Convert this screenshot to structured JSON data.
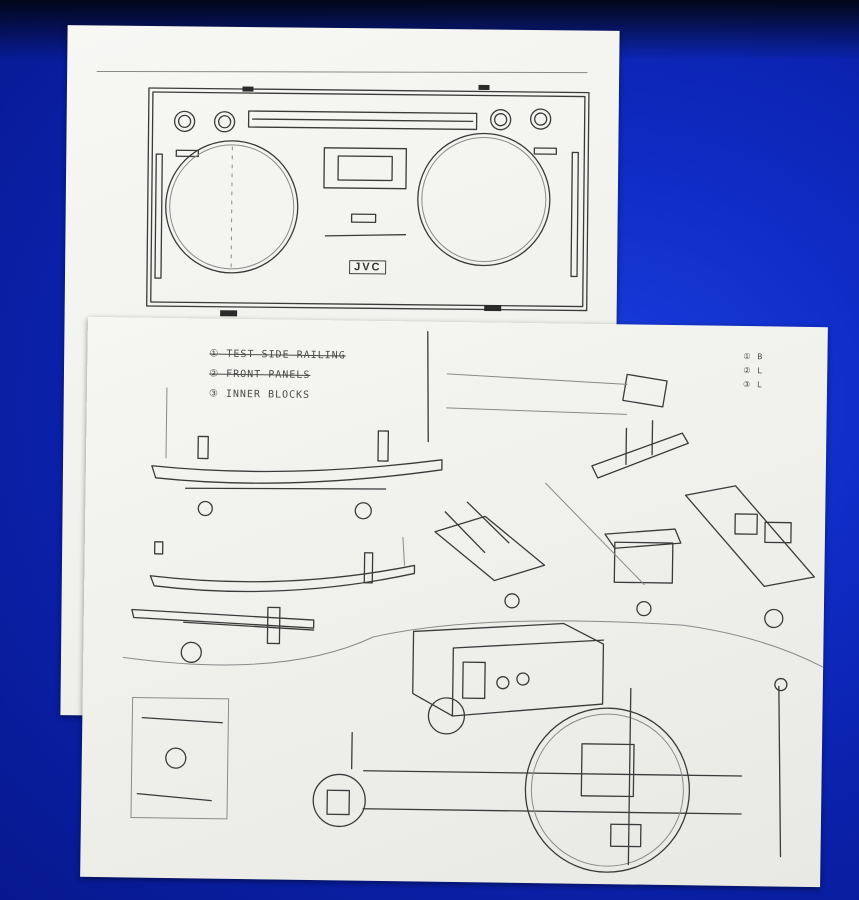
{
  "scene": {
    "background_color": "#0f2bc4",
    "paper_color": "#f3f3f0",
    "pencil_color": "#3a3a3a"
  },
  "top_sheet": {
    "brand_label": "JVC"
  },
  "bottom_sheet": {
    "notes": [
      {
        "text": "① TEST SIDE RAILING",
        "struck": true
      },
      {
        "text": "② FRONT PANELS",
        "struck": true
      },
      {
        "text": "③ INNER BLOCKS",
        "struck": false
      }
    ],
    "corner_notes": [
      "① B",
      "② L",
      "③ L"
    ]
  }
}
